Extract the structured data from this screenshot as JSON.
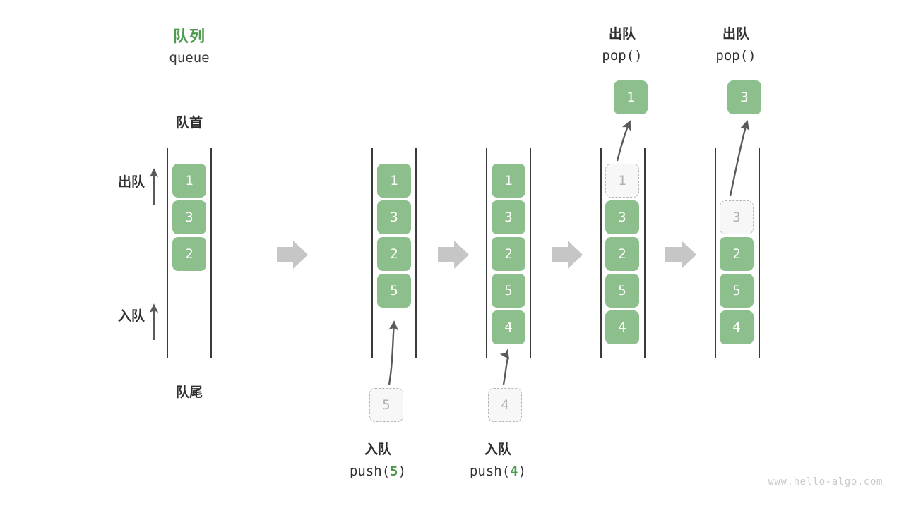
{
  "diagram": {
    "title_cn": "队列",
    "title_en": "queue",
    "front_label": "队首",
    "rear_label": "队尾",
    "dequeue_label": "出队",
    "enqueue_label": "入队",
    "watermark": "www.hello-algo.com",
    "colors": {
      "accent_green": "#8cbf8c",
      "title_green": "#4e9a4e",
      "rail": "#3a3a3a",
      "ghost_fill": "#f7f7f7",
      "ghost_border": "#b5b5b5",
      "ghost_text": "#b0b0b0",
      "step_arrow": "#c6c6c6",
      "thin_arrow": "#5a5a5a",
      "text": "#2f2f2f",
      "watermark": "#c9c9c9"
    }
  },
  "steps": [
    {
      "id": "initial",
      "cells": [
        "1",
        "3",
        "2"
      ],
      "ghost_index": null,
      "ghost_value": null,
      "caption_cn": null,
      "caption_code_pre": null,
      "caption_code_num": null,
      "caption_code_post": null,
      "op_label_cn": null,
      "op_label_code": null,
      "incoming_value": null,
      "popped_value": null
    },
    {
      "id": "push-5",
      "cells": [
        "1",
        "3",
        "2",
        "5"
      ],
      "ghost_index": null,
      "ghost_value": null,
      "caption_cn": "入队",
      "caption_code_pre": "push(",
      "caption_code_num": "5",
      "caption_code_post": ")",
      "op_label_cn": null,
      "op_label_code": null,
      "incoming_value": "5",
      "popped_value": null
    },
    {
      "id": "push-4",
      "cells": [
        "1",
        "3",
        "2",
        "5",
        "4"
      ],
      "ghost_index": null,
      "ghost_value": null,
      "caption_cn": "入队",
      "caption_code_pre": "push(",
      "caption_code_num": "4",
      "caption_code_post": ")",
      "op_label_cn": null,
      "op_label_code": null,
      "incoming_value": "4",
      "popped_value": null
    },
    {
      "id": "pop-1",
      "cells": [
        "1",
        "3",
        "2",
        "5",
        "4"
      ],
      "ghost_index": 0,
      "ghost_value": "1",
      "caption_cn": null,
      "caption_code_pre": null,
      "caption_code_num": null,
      "caption_code_post": null,
      "op_label_cn": "出队",
      "op_label_code": "pop()",
      "incoming_value": null,
      "popped_value": "1"
    },
    {
      "id": "pop-3",
      "cells": [
        "",
        "3",
        "2",
        "5",
        "4"
      ],
      "ghost_index": 1,
      "ghost_value": "3",
      "caption_cn": null,
      "caption_code_pre": null,
      "caption_code_num": null,
      "caption_code_post": null,
      "op_label_cn": "出队",
      "op_label_code": "pop()",
      "incoming_value": null,
      "popped_value": "3"
    }
  ]
}
